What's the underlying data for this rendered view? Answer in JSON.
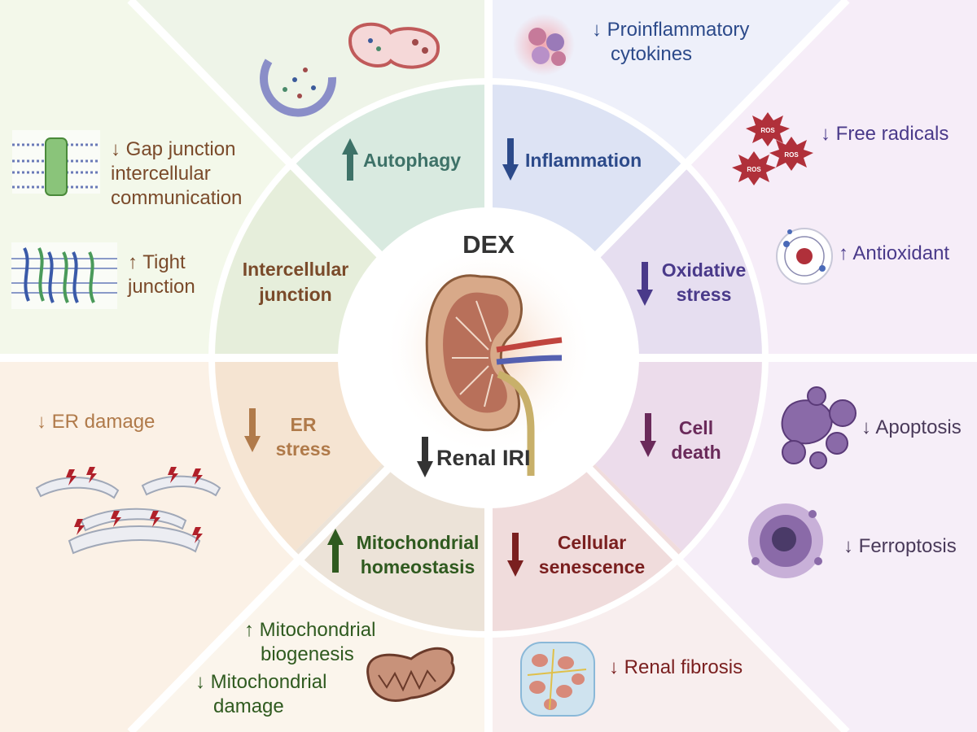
{
  "center": {
    "title": "DEX",
    "subtitle": "Renal IRI",
    "arrow": "down"
  },
  "colors": {
    "autophagy": "#3e7268",
    "inflammation": "#2c4a8a",
    "oxidative": "#4a3a8a",
    "celldeath": "#6a2a5a",
    "senescence": "#7a1f1f",
    "mito": "#2f5a1f",
    "er": "#b07a4a",
    "junction": "#7a4a2a",
    "center": "#333333"
  },
  "sectors": {
    "autophagy": {
      "label": "Autophagy",
      "arrow": "up"
    },
    "inflammation": {
      "label": "Inflammation",
      "arrow": "down"
    },
    "oxidative": {
      "line1": "Oxidative",
      "line2": "stress",
      "arrow": "down"
    },
    "celldeath": {
      "line1": "Cell",
      "line2": "death",
      "arrow": "down"
    },
    "senescence": {
      "line1": "Cellular",
      "line2": "senescence",
      "arrow": "down"
    },
    "mito": {
      "line1": "Mitochondrial",
      "line2": "homeostasis",
      "arrow": "up"
    },
    "er": {
      "line1": "ER",
      "line2": "stress",
      "arrow": "down"
    },
    "junction": {
      "line1": "Intercellular",
      "line2": "junction"
    }
  },
  "outer": {
    "cytokines": {
      "line1": "↓ Proinflammatory",
      "line2": "cytokines"
    },
    "free_radicals": "↓ Free radicals",
    "antioxidant": "↑ Antioxidant",
    "apoptosis": "↓ Apoptosis",
    "ferroptosis": "↓ Ferroptosis",
    "renal_fibrosis": "↓ Renal fibrosis",
    "mito_biogenesis": {
      "line1": "↑ Mitochondrial",
      "line2": "biogenesis"
    },
    "mito_damage": {
      "line1": "↓ Mitochondrial",
      "line2": "damage"
    },
    "er_damage": "↓ ER damage",
    "gap_junction": {
      "line1": "↓ Gap junction",
      "line2": "intercellular",
      "line3": "communication"
    },
    "tight_junction": {
      "line1": "↑ Tight",
      "line2": "junction"
    },
    "ros_label": "ROS"
  }
}
